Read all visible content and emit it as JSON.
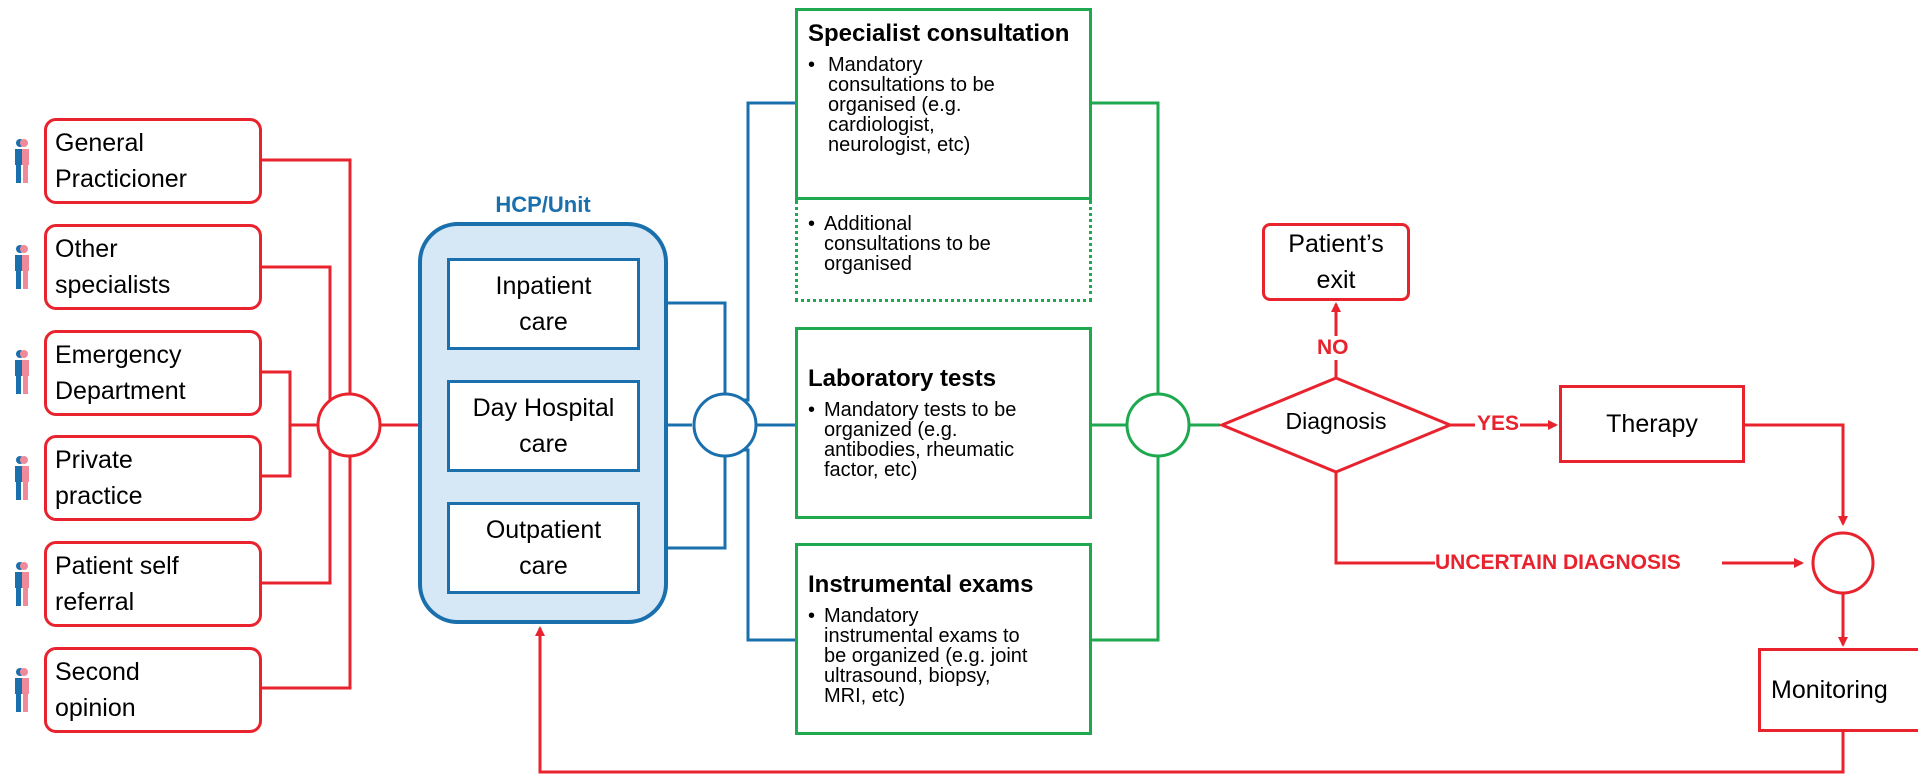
{
  "sources": [
    {
      "label": "General\nPracticioner"
    },
    {
      "label": "Other\nspecialists"
    },
    {
      "label": "Emergency\nDepartment"
    },
    {
      "label": "Private\npractice"
    },
    {
      "label": "Patient self\nreferral"
    },
    {
      "label": "Second\nopinion"
    }
  ],
  "hcp": {
    "title": "HCP/Unit",
    "units": [
      "Inpatient\ncare",
      "Day Hospital\ncare",
      "Outpatient\ncare"
    ]
  },
  "specialist": {
    "title": "Specialist consultation",
    "mandatory": "Mandatory\nconsultations to be\norganised (e.g.\ncardiologist,\nneurologist, etc)",
    "additional": "Additional\nconsultations to be\norganised"
  },
  "laboratory": {
    "title": "Laboratory tests",
    "text": "Mandatory tests to be\norganized (e.g.\nantibodies, rheumatic\nfactor, etc)"
  },
  "instrumental": {
    "title": "Instrumental  exams",
    "text": "Mandatory\ninstrumental exams to\nbe organized (e.g. joint\nultrasound, biopsy,\nMRI, etc)"
  },
  "decision": {
    "label": "Diagnosis",
    "no_label": "NO",
    "yes_label": "YES",
    "uncertain_label": "UNCERTAIN DIAGNOSIS"
  },
  "exit": {
    "label": "Patient’s\nexit"
  },
  "therapy": {
    "label": "Therapy"
  },
  "monitoring": {
    "label": "Monitoring"
  },
  "bullet_char": "•",
  "colors": {
    "red": "#e8232e",
    "blue": "#1a6fad",
    "green": "#1ea84f",
    "unit_fill": "#d6e8f5",
    "person_blue": "#1a6fad",
    "person_pink": "#f08a9a"
  }
}
